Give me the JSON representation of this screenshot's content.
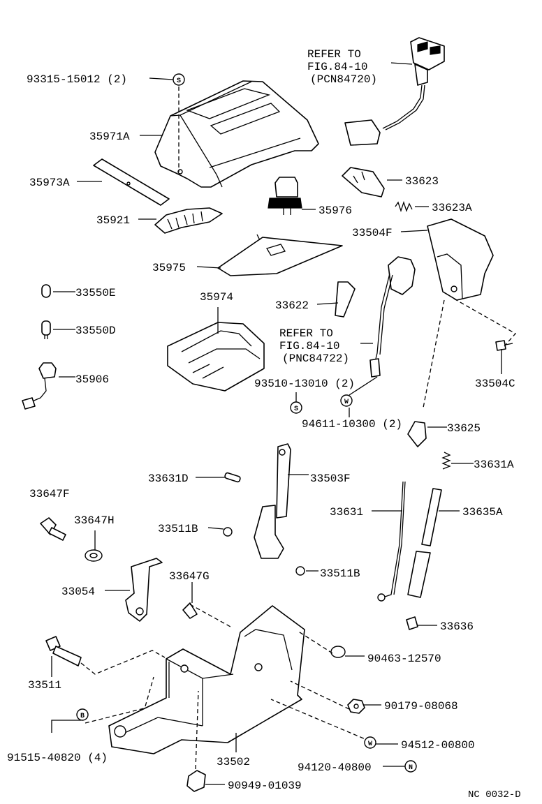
{
  "refer_notes": [
    {
      "lines": [
        "REFER TO",
        "FIG.84-10",
        "(PCN84720)"
      ]
    },
    {
      "lines": [
        "REFER TO",
        "FIG.84-10",
        "(PNC84722)"
      ]
    }
  ],
  "callouts": {
    "c93315": "93315-15012 (2)",
    "c35971A": "35971A",
    "c35973A": "35973A",
    "c33623": "33623",
    "c33623A": "33623A",
    "c35976": "35976",
    "c35921": "35921",
    "c33504F": "33504F",
    "c35975": "35975",
    "c33550E": "33550E",
    "c35974": "35974",
    "c33622": "33622",
    "c33550D": "33550D",
    "c33504C": "33504C",
    "c35906": "35906",
    "c93510": "93510-13010 (2)",
    "c94611": "94611-10300 (2)",
    "c33625": "33625",
    "c33631A": "33631A",
    "c33631D": "33631D",
    "c33503F": "33503F",
    "c33647F": "33647F",
    "c33647H": "33647H",
    "c33631": "33631",
    "c33635A": "33635A",
    "c33511B_a": "33511B",
    "c33647G": "33647G",
    "c33511B_b": "33511B",
    "c33054": "33054",
    "c33636": "33636",
    "c90463": "90463-12570",
    "c33511": "33511",
    "c90179": "90179-08068",
    "c94512": "94512-00800",
    "c91515": "91515-40820 (4)",
    "c33502": "33502",
    "c94120": "94120-40800",
    "c90949": "90949-01039"
  },
  "symbols": {
    "S": "S",
    "W": "W",
    "B": "B",
    "N": "N"
  },
  "footer_code": "NC  0032-D"
}
